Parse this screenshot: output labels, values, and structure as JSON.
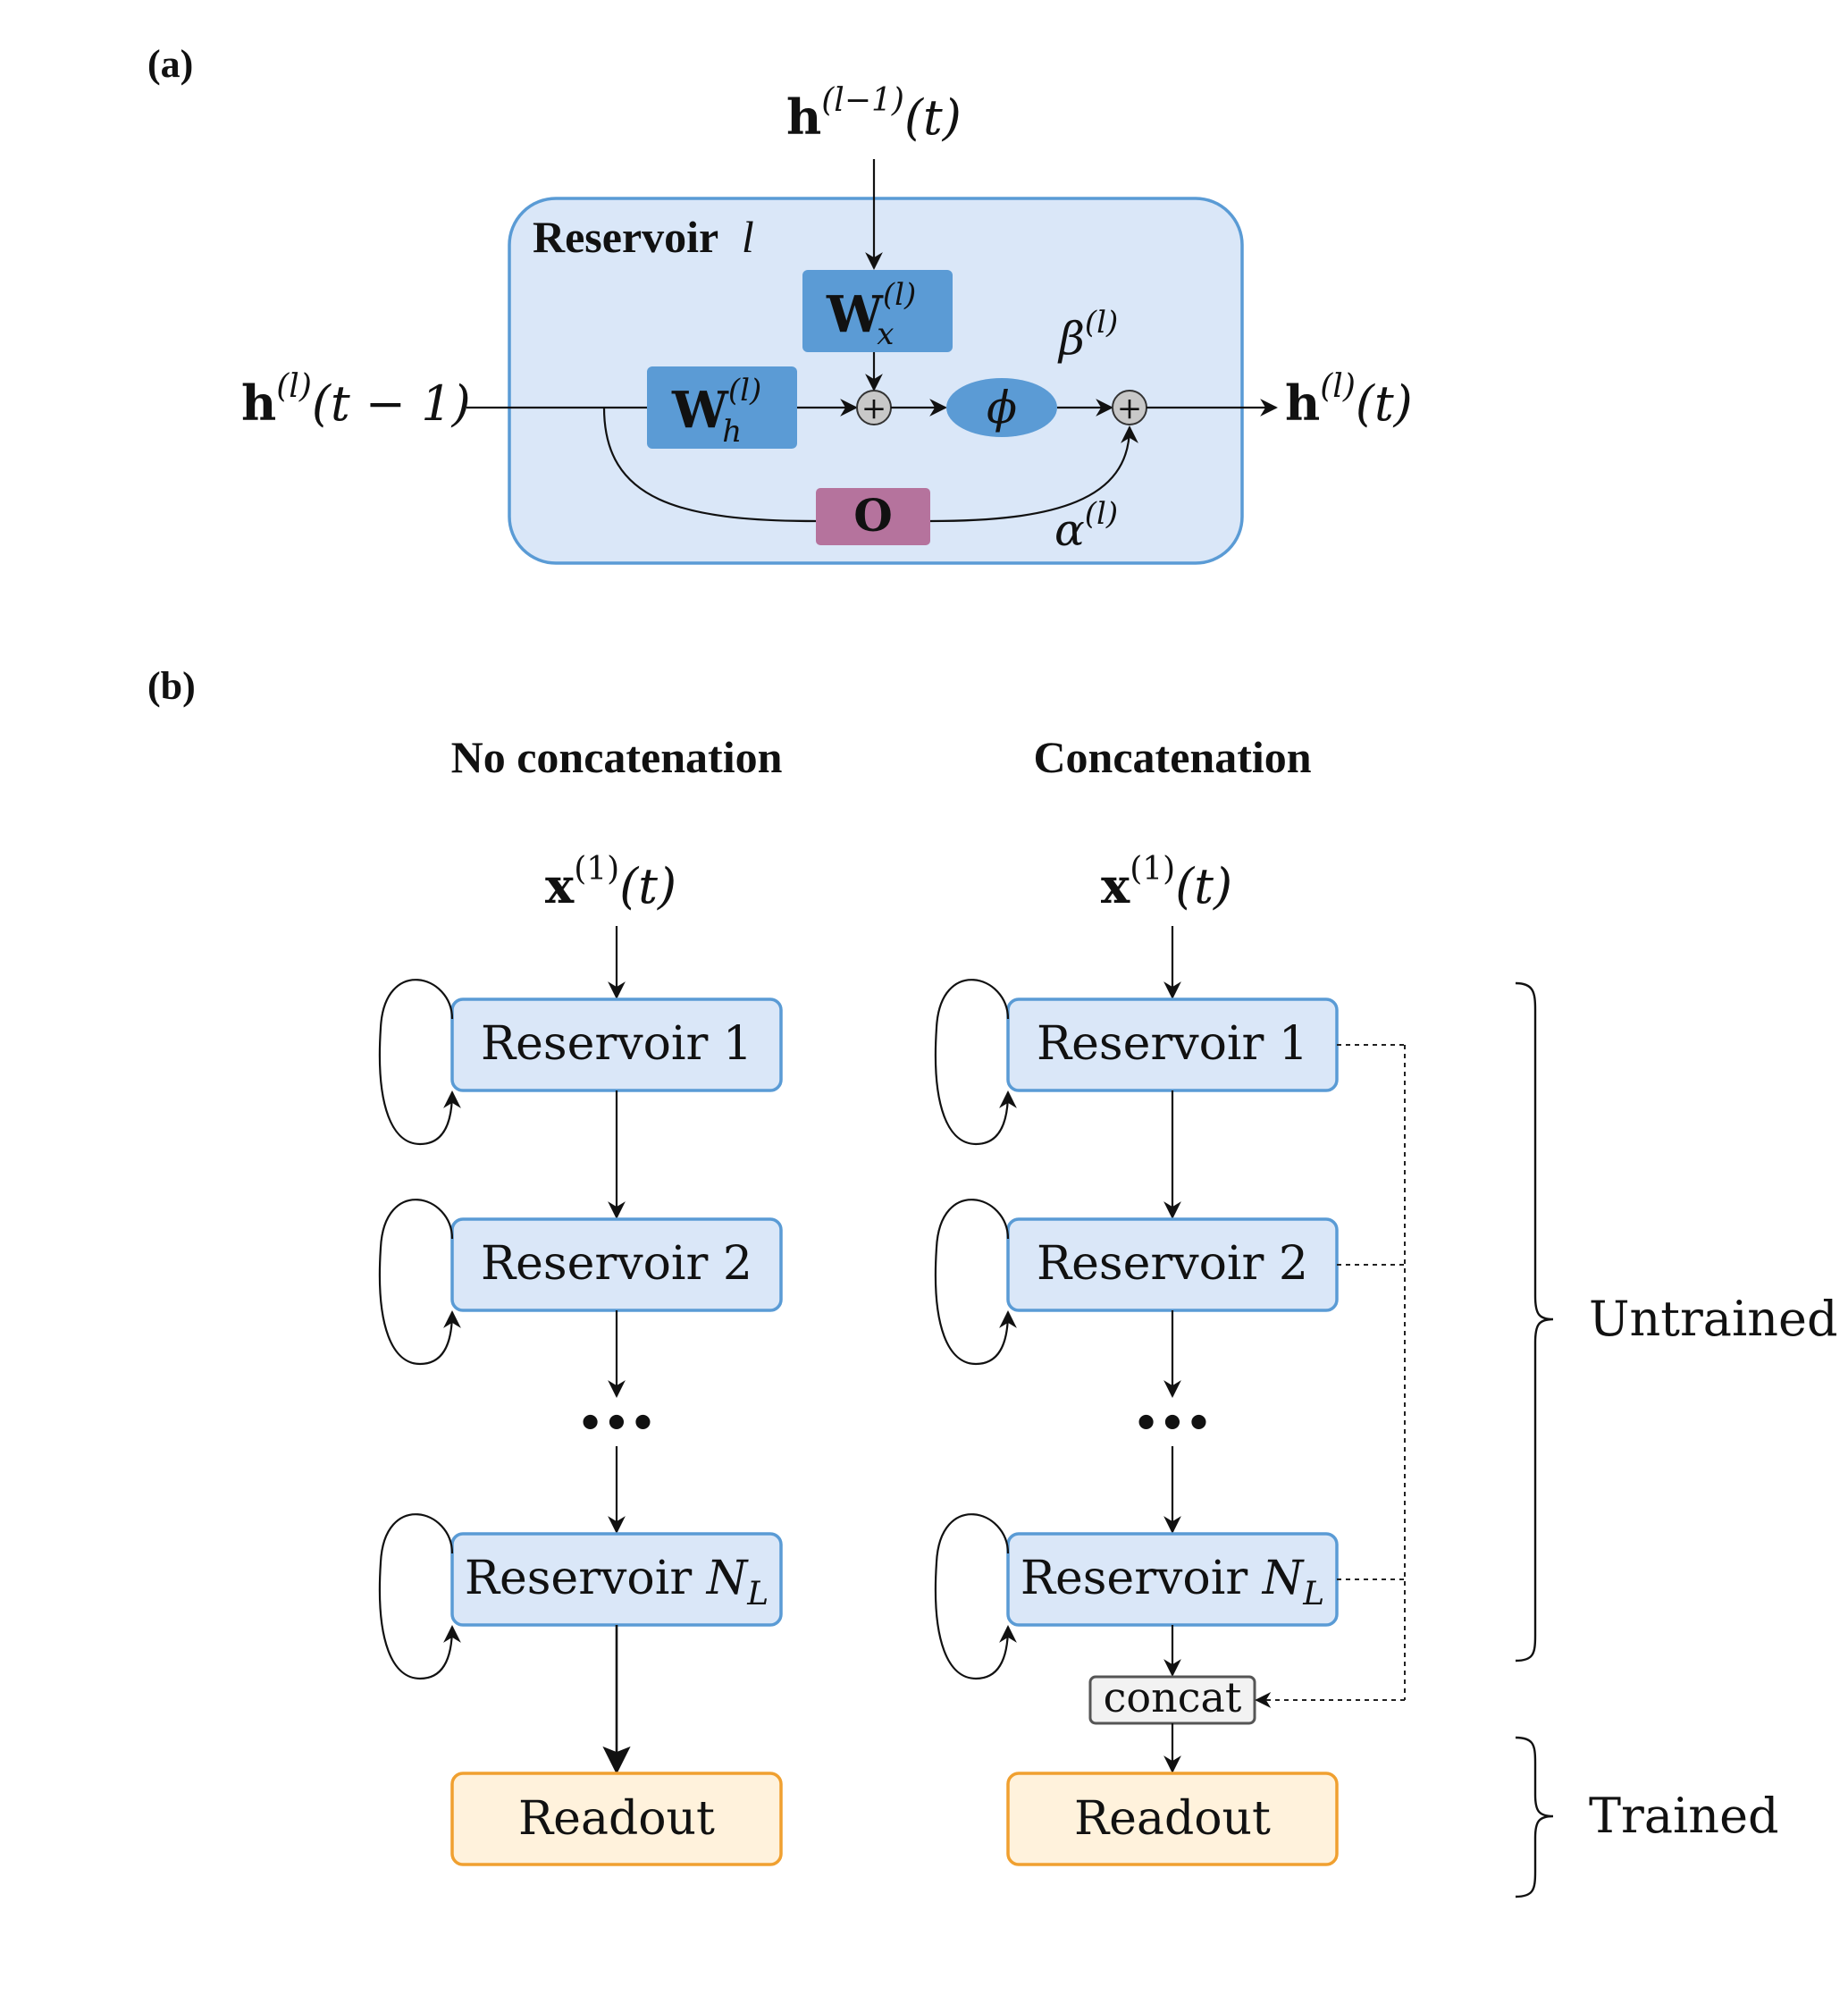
{
  "panel_a": {
    "label": "(a)",
    "reservoir_title": "Reservoir",
    "reservoir_index": "l",
    "input_top": {
      "base": "h",
      "sup": "(l−1)",
      "arg": "(t)"
    },
    "input_left": {
      "base": "h",
      "sup": "(l)",
      "arg": "(t − 1)"
    },
    "output_right": {
      "base": "h",
      "sup": "(l)",
      "arg": "(t)"
    },
    "wx": {
      "base": "W",
      "sup": "(l)",
      "sub": "x"
    },
    "wh": {
      "base": "W",
      "sup": "(l)",
      "sub": "h"
    },
    "phi": "ϕ",
    "o_matrix": "O",
    "beta": {
      "base": "β",
      "sup": "(l)"
    },
    "alpha": {
      "base": "α",
      "sup": "(l)"
    },
    "plus": "+"
  },
  "panel_b": {
    "label": "(b)",
    "left_title": "No concatenation",
    "right_title": "Concatenation",
    "input": {
      "base": "x",
      "sup": "(1)",
      "arg": "(t)"
    },
    "reservoir1": "Reservoir 1",
    "reservoir2": "Reservoir 2",
    "reservoirN_prefix": "Reservoir ",
    "reservoirN_var": "N",
    "reservoirN_sub": "L",
    "ellipsis": "•••",
    "concat": "concat",
    "readout": "Readout",
    "untrained": "Untrained",
    "trained": "Trained"
  },
  "colors": {
    "reservoir_bg": "#dae7f8",
    "reservoir_border": "#5a9bd5",
    "weight_fill": "#5b9bd5",
    "o_fill": "#b5739d",
    "readout_bg": "#fff2dc",
    "readout_border": "#f0a030",
    "concat_bg": "#f2f2f2",
    "concat_border": "#555555"
  }
}
